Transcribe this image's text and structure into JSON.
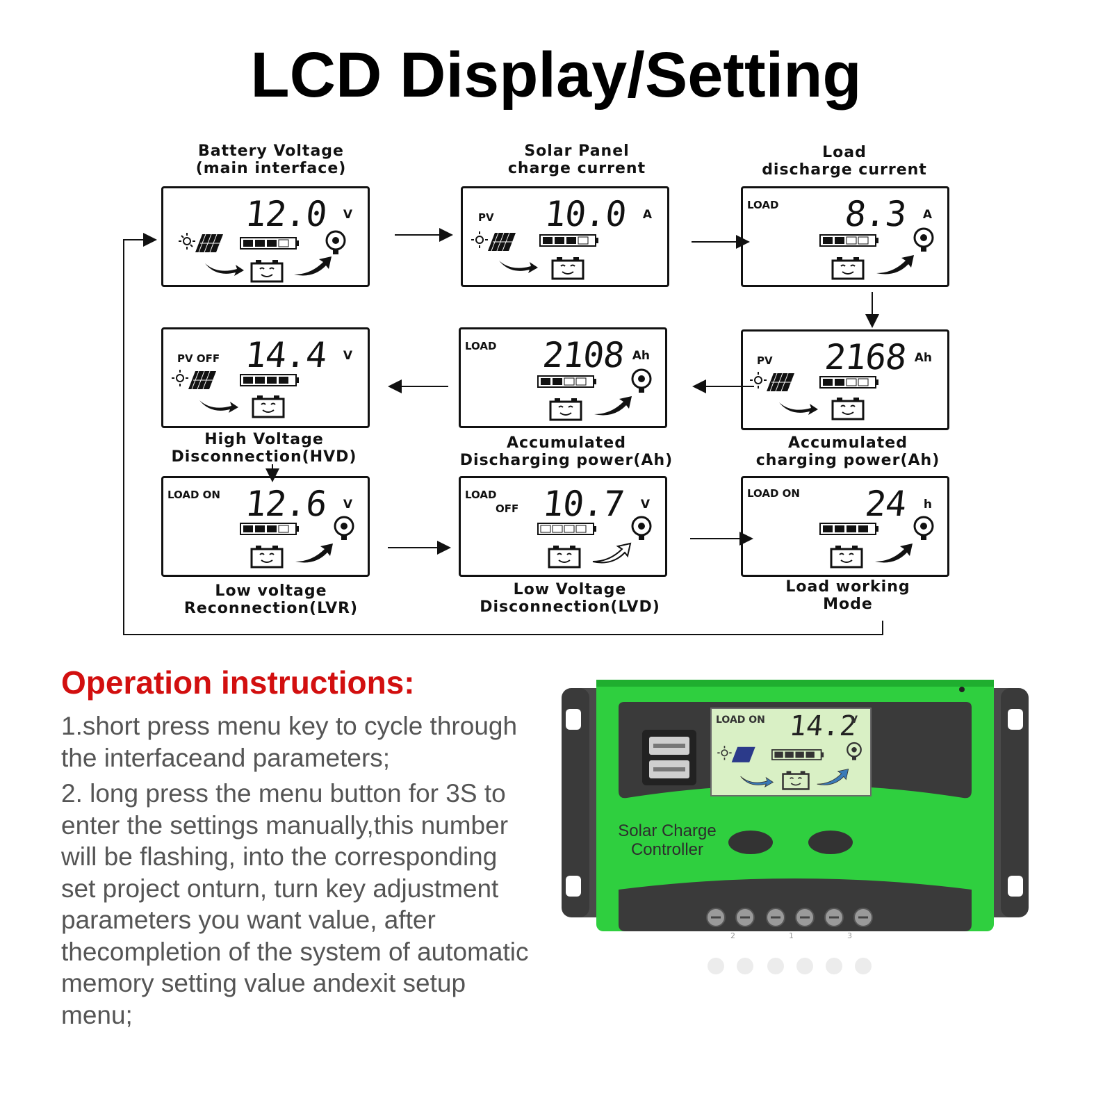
{
  "title": "LCD Display/Setting",
  "screens": [
    {
      "label": "Battery Voltage\n(main interface)",
      "tag": "",
      "value": "12.0",
      "unit": "V"
    },
    {
      "label": "Solar Panel\ncharge current",
      "tag": "PV",
      "value": "10.0",
      "unit": "A"
    },
    {
      "label": "Load\ndischarge current",
      "tag": "LOAD",
      "value": "8.3",
      "unit": "A"
    },
    {
      "label": "High Voltage\nDisconnection(HVD)",
      "tag": "PV OFF",
      "value": "14.4",
      "unit": "V"
    },
    {
      "label": "Accumulated\nDischarging power(Ah)",
      "tag": "LOAD",
      "value": "2108",
      "unit": "Ah"
    },
    {
      "label": "Accumulated\ncharging power(Ah)",
      "tag": "PV",
      "value": "2168",
      "unit": "Ah"
    },
    {
      "label": "Low voltage\nReconnection(LVR)",
      "tag": "LOAD ON",
      "value": "12.6",
      "unit": "V"
    },
    {
      "label": "Low Voltage\nDisconnection(LVD)",
      "tag": "LOAD",
      "tag2": "OFF",
      "value": "10.7",
      "unit": "V"
    },
    {
      "label": "Load working\nMode",
      "tag": "LOAD ON",
      "value": "24",
      "unit": "h"
    }
  ],
  "instructions": {
    "title": "Operation instructions:",
    "items": [
      "1.short press menu key to cycle through the interfaceand parameters;",
      "2. long press the menu button for 3S to enter the settings manually,this number will be flashing, into the corresponding set project onturn, turn key adjustment parameters you want value, after thecompletion of the system of automatic memory setting value andexit setup menu;"
    ]
  },
  "device": {
    "label": "Solar Charge\nController",
    "lcd_tag": "LOAD ON",
    "lcd_value": "14.2",
    "lcd_unit": "V",
    "terminal_numbers": [
      "2",
      "1",
      "3"
    ],
    "colors": {
      "body_green": "#2fcf3f",
      "case_gray": "#4a4a4a",
      "lcd_bg": "#d9f0c5"
    }
  },
  "colors": {
    "heading_red": "#d20f0f",
    "text_gray": "#555555"
  }
}
